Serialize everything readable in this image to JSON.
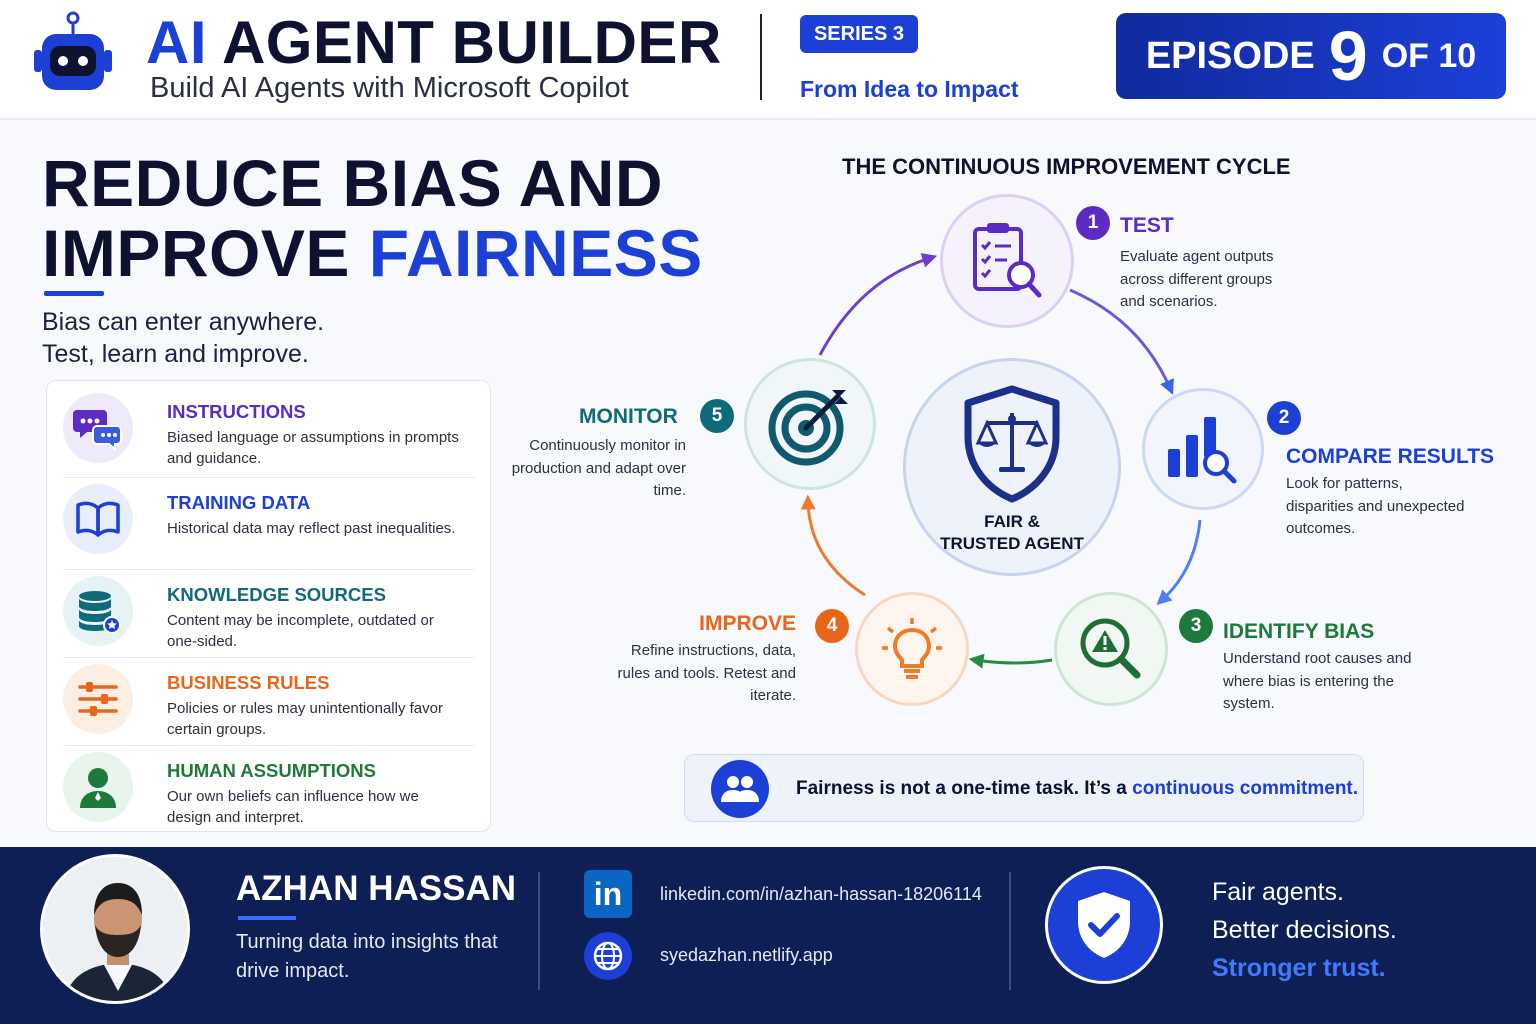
{
  "header": {
    "title_ai": "AI",
    "title_rest": " AGENT BUILDER",
    "subtitle": "Build AI Agents with Microsoft Copilot",
    "series_badge": "SERIES 3",
    "series_tagline": "From Idea to Impact",
    "episode_word": "EPISODE",
    "episode_number": "9",
    "episode_of": "OF 10"
  },
  "main": {
    "title_line1": "REDUCE BIAS AND",
    "title_line2_a": "IMPROVE ",
    "title_line2_b": "FAIRNESS",
    "intro_line1": "Bias can enter anywhere.",
    "intro_line2": "Test, learn and improve."
  },
  "sources": [
    {
      "title": "INSTRUCTIONS",
      "desc": "Biased language or assumptions in prompts and guidance.",
      "color": "#5b2bc4",
      "icon": "chat-bubbles-icon"
    },
    {
      "title": "TRAINING DATA",
      "desc": "Historical data may reflect past inequalities.",
      "color": "#1c3fd6",
      "icon": "open-book-icon"
    },
    {
      "title": "KNOWLEDGE SOURCES",
      "desc": "Content may be incomplete, outdated or one-sided.",
      "color": "#0f6b7a",
      "icon": "database-icon"
    },
    {
      "title": "BUSINESS RULES",
      "desc": "Policies or rules may unintentionally favor certain groups.",
      "color": "#e8661a",
      "icon": "sliders-icon"
    },
    {
      "title": "HUMAN ASSUMPTIONS",
      "desc": "Our own beliefs can influence how we design and interpret.",
      "color": "#1e7a3a",
      "icon": "person-icon"
    }
  ],
  "cycle": {
    "title": "THE CONTINUOUS IMPROVEMENT CYCLE",
    "center_line1": "FAIR &",
    "center_line2": "TRUSTED AGENT",
    "steps": [
      {
        "num": "1",
        "title": "TEST",
        "desc": "Evaluate agent outputs across different groups and scenarios.",
        "color": "#5b2bc4",
        "icon": "clipboard-search-icon"
      },
      {
        "num": "2",
        "title": "COMPARE RESULTS",
        "desc": "Look for patterns, disparities and unexpected outcomes.",
        "color": "#1c3fd6",
        "icon": "bar-chart-search-icon"
      },
      {
        "num": "3",
        "title": "IDENTIFY BIAS",
        "desc": "Understand root causes and where bias is entering the system.",
        "color": "#1e7a3a",
        "icon": "warning-search-icon"
      },
      {
        "num": "4",
        "title": "IMPROVE",
        "desc": "Refine instructions, data, rules and tools. Retest and iterate.",
        "color": "#e8661a",
        "icon": "lightbulb-icon"
      },
      {
        "num": "5",
        "title": "MONITOR",
        "desc": "Continuously monitor in production and adapt over time.",
        "color": "#0f6b7a",
        "icon": "target-icon"
      }
    ]
  },
  "callout": {
    "text_a": "Fairness is not a one-time task. It’s a ",
    "text_b": "continuous commitment."
  },
  "footer": {
    "name": "AZHAN HASSAN",
    "tagline": "Turning data into insights that drive impact.",
    "linkedin_badge": "in",
    "linkedin": "linkedin.com/in/azhan-hassan-18206114",
    "website": "syedazhan.netlify.app",
    "slogan1": "Fair agents.",
    "slogan2": "Better decisions.",
    "slogan3": "Stronger trust."
  }
}
